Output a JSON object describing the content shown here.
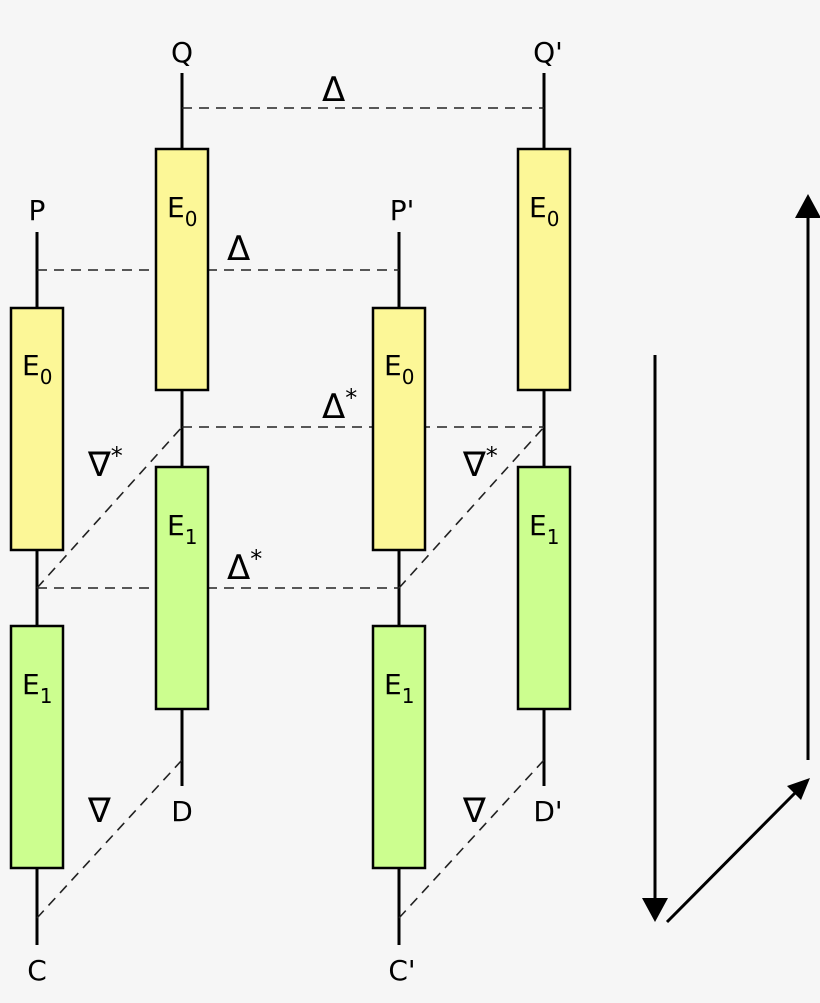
{
  "colors": {
    "background": "#f6f6f6",
    "e0_fill": "#fcf797",
    "e1_fill": "#ccfe8f",
    "stroke": "#000000"
  },
  "nodes": {
    "P": "P",
    "Q": "Q",
    "C": "C",
    "D": "D",
    "P_prime": "P'",
    "Q_prime": "Q'",
    "C_prime": "C'",
    "D_prime": "D'"
  },
  "boxes": {
    "e_letter": "E",
    "e0_index": "0",
    "e1_index": "1"
  },
  "maps": {
    "delta": "Δ",
    "nabla": "∇",
    "star": "*"
  }
}
